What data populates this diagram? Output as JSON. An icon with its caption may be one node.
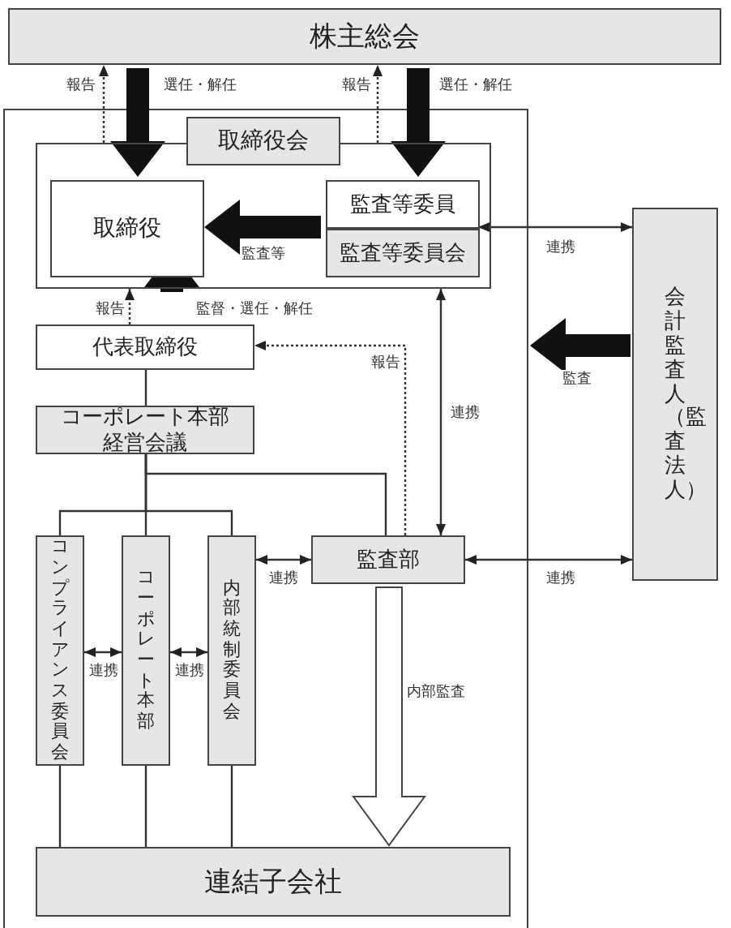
{
  "diagram": {
    "nodes": [
      {
        "text": [
          "株主総会"
        ]
      },
      {
        "text": [
          "取締役会"
        ]
      },
      {
        "text": [],
        "shape": "box"
      },
      {
        "text": [
          "取締役"
        ],
        "in": 2
      },
      {
        "text": [
          "監査等委員"
        ],
        "in": 2
      },
      {
        "text": [
          "監査等委員会"
        ],
        "in": 2
      },
      {
        "text": [
          "代表取締役"
        ]
      },
      {
        "text": [
          "コーポレート本部経営会議"
        ]
      },
      {
        "text": [
          "コンプライアンス委員会"
        ]
      },
      {
        "text": [
          "コーポレート本部"
        ]
      },
      {
        "text": [
          "内部統制委員会"
        ]
      },
      {
        "text": [
          "監査部"
        ]
      },
      {
        "text": [
          "会計監査人（監査法人）"
        ]
      },
      {
        "text": [
          "連結子会社"
        ]
      }
    ],
    "edges": [
      {
        "from": 0,
        "to": 3,
        "arrow": "to",
        "label": "選任・解任",
        "style": "thick"
      },
      {
        "from": 0,
        "to": 4,
        "arrow": "to",
        "label": "選任・解任",
        "style": "thick"
      },
      {
        "from": 2,
        "to": 0,
        "arrow": "to",
        "label": "報告",
        "style": "dashed"
      },
      {
        "from": 2,
        "to": 0,
        "arrow": "to",
        "label": "報告",
        "style": "dashed"
      },
      {
        "from": 4,
        "to": 3,
        "arrow": "to",
        "label": "監査等",
        "style": "thick"
      },
      {
        "from": 2,
        "to": 6,
        "arrow": "to",
        "label": "監督・選任・解任",
        "style": "thick"
      },
      {
        "from": 6,
        "to": 2,
        "arrow": "to",
        "label": "報告",
        "style": "dashed"
      },
      {
        "from": 12,
        "to": 4,
        "arrow": "both",
        "label": "連携"
      },
      {
        "from": 2,
        "to": 11,
        "arrow": "both",
        "label": "連携"
      },
      {
        "from": 11,
        "to": 12,
        "arrow": "both",
        "label": "連携"
      },
      {
        "from": 12,
        "to": null,
        "arrow": "to",
        "label": "監査",
        "style": "thick"
      },
      {
        "from": 11,
        "to": 6,
        "arrow": "to",
        "label": "報告",
        "style": "dashed"
      },
      {
        "from": 6,
        "to": 7,
        "arrow": "none"
      },
      {
        "from": 7,
        "to": 8,
        "arrow": "none"
      },
      {
        "from": 7,
        "to": 9,
        "arrow": "none"
      },
      {
        "from": 7,
        "to": 10,
        "arrow": "none"
      },
      {
        "from": 7,
        "to": 11,
        "arrow": "none"
      },
      {
        "from": 8,
        "to": 9,
        "arrow": "both",
        "label": "連携"
      },
      {
        "from": 9,
        "to": 10,
        "arrow": "both",
        "label": "連携"
      },
      {
        "from": 10,
        "to": 11,
        "arrow": "both",
        "label": "連携"
      },
      {
        "from": 8,
        "to": 13,
        "arrow": "none"
      },
      {
        "from": 9,
        "to": 13,
        "arrow": "none"
      },
      {
        "from": 10,
        "to": 13,
        "arrow": "none"
      },
      {
        "from": 11,
        "to": 13,
        "arrow": "to",
        "label": "内部監査",
        "style": "thick"
      }
    ]
  }
}
